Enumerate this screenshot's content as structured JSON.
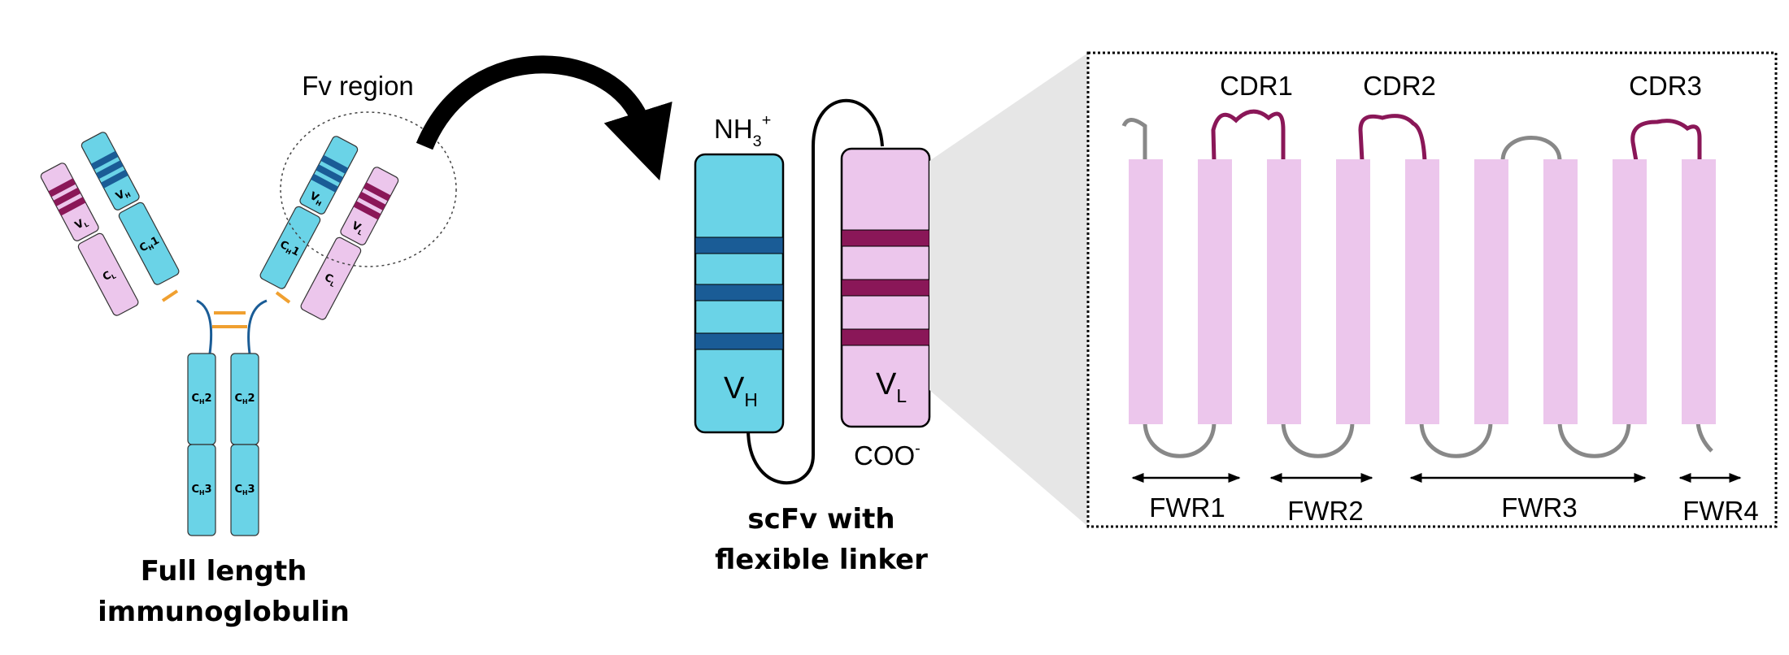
{
  "colors": {
    "heavy": "#6ad3e7",
    "heavy_band": "#1a5c96",
    "light": "#ecc6ec",
    "light_band": "#8a1758",
    "disulfide": "#f0a030",
    "hinge": "#1a5c96",
    "loop": "#888888",
    "cdr_loop": "#8a1758",
    "cone": "#e6e6e6"
  },
  "antibody": {
    "fv_region_label": "Fv region",
    "domain_labels": {
      "vh": "V",
      "vh_sub": "H",
      "vl": "V",
      "vl_sub": "L",
      "ch1": "C",
      "ch1_sub": "H",
      "ch1_num": "1",
      "cl": "C",
      "cl_sub": "L",
      "ch2": "C",
      "ch2_sub": "H",
      "ch2_num": "2",
      "ch3": "C",
      "ch3_sub": "H",
      "ch3_num": "3"
    },
    "caption_line1": "Full length",
    "caption_line2": "immunoglobulin"
  },
  "scfv": {
    "n_terminus": "NH",
    "n_terminus_sub": "3",
    "n_terminus_sup": "+",
    "c_terminus": "COO",
    "c_terminus_sup": "-",
    "vh_label": "V",
    "vh_sub": "H",
    "vl_label": "V",
    "vl_sub": "L",
    "caption_line1": "scFv with",
    "caption_line2": "flexible linker"
  },
  "detail": {
    "cdr_labels": [
      "CDR1",
      "CDR2",
      "CDR3"
    ],
    "fwr_labels": [
      "FWR1",
      "FWR2",
      "FWR3",
      "FWR4"
    ]
  }
}
